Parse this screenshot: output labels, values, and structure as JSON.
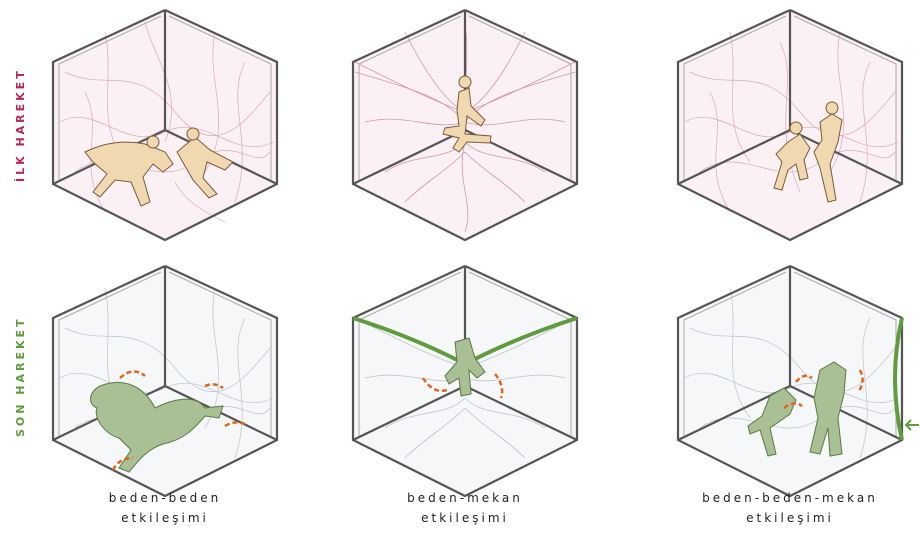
{
  "rows": {
    "first_label": "İLK HAREKET",
    "last_label": "SON HAREKET"
  },
  "captions": [
    {
      "line1": "beden-beden",
      "line2": "etkileşimi"
    },
    {
      "line1": "beden-mekan",
      "line2": "etkileşimi"
    },
    {
      "line1": "beden-beden-mekan",
      "line2": "etkileşimi"
    }
  ],
  "colors": {
    "first_row": "#b5285a",
    "last_row": "#5e9c3e",
    "arrow": "#e0661c",
    "figure_first": "#f0d9b0",
    "figure_last": "#a9bf94",
    "frame": "#555555"
  }
}
